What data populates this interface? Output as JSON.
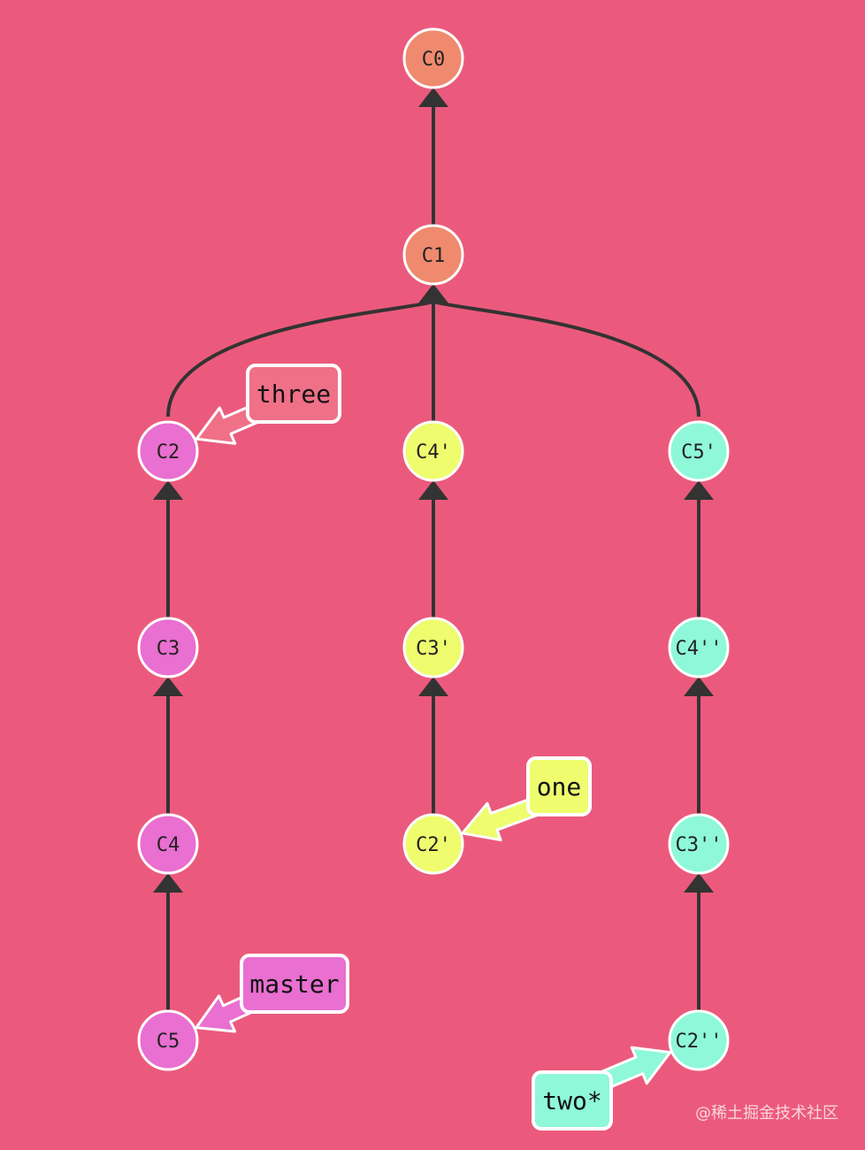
{
  "colors": {
    "background": "#eb5a7c",
    "edge": "#333333",
    "node_stroke": "#ffffff",
    "root": "#ef8a6e",
    "master": "#e96fd0",
    "one": "#eefc6e",
    "two": "#8ef8d8",
    "three": "#f07088"
  },
  "nodes": [
    {
      "id": "C0",
      "label": "C0",
      "group": "root"
    },
    {
      "id": "C1",
      "label": "C1",
      "group": "root"
    },
    {
      "id": "C2",
      "label": "C2",
      "group": "master"
    },
    {
      "id": "C3",
      "label": "C3",
      "group": "master"
    },
    {
      "id": "C4",
      "label": "C4",
      "group": "master"
    },
    {
      "id": "C5",
      "label": "C5",
      "group": "master"
    },
    {
      "id": "C4p",
      "label": "C4'",
      "group": "one"
    },
    {
      "id": "C3p",
      "label": "C3'",
      "group": "one"
    },
    {
      "id": "C2p",
      "label": "C2'",
      "group": "one"
    },
    {
      "id": "C5p",
      "label": "C5'",
      "group": "two"
    },
    {
      "id": "C4pp",
      "label": "C4''",
      "group": "two"
    },
    {
      "id": "C3pp",
      "label": "C3''",
      "group": "two"
    },
    {
      "id": "C2pp",
      "label": "C2''",
      "group": "two"
    }
  ],
  "edges": [
    {
      "from": "C1",
      "to": "C0"
    },
    {
      "from": "C2",
      "to": "C1"
    },
    {
      "from": "C4p",
      "to": "C1"
    },
    {
      "from": "C5p",
      "to": "C1"
    },
    {
      "from": "C3",
      "to": "C2"
    },
    {
      "from": "C4",
      "to": "C3"
    },
    {
      "from": "C5",
      "to": "C4"
    },
    {
      "from": "C3p",
      "to": "C4p"
    },
    {
      "from": "C2p",
      "to": "C3p"
    },
    {
      "from": "C4pp",
      "to": "C5p"
    },
    {
      "from": "C3pp",
      "to": "C4pp"
    },
    {
      "from": "C2pp",
      "to": "C3pp"
    }
  ],
  "branches": [
    {
      "name": "three",
      "target": "C2",
      "group": "three"
    },
    {
      "name": "one",
      "target": "C2p",
      "group": "one"
    },
    {
      "name": "master",
      "target": "C5",
      "group": "master"
    },
    {
      "name": "two*",
      "target": "C2pp",
      "group": "two"
    }
  ],
  "watermark": "@稀土掘金技术社区"
}
